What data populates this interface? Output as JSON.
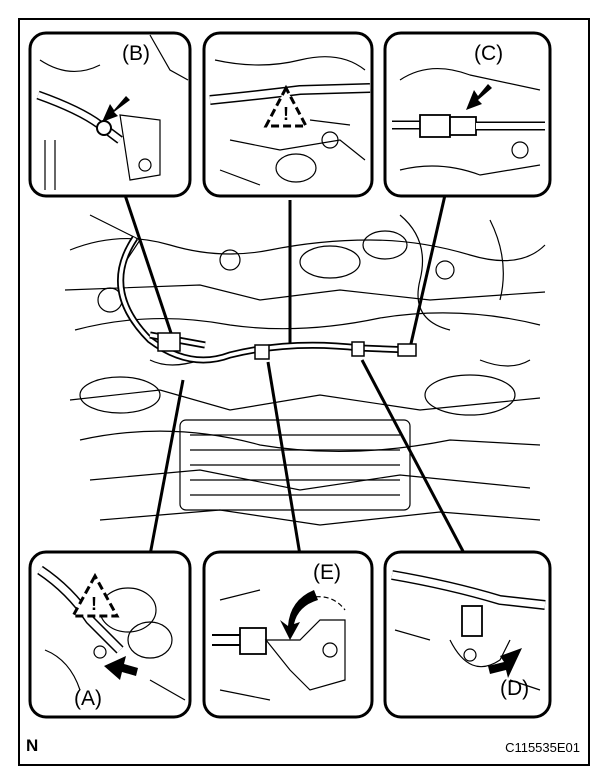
{
  "callouts": {
    "a": "(A)",
    "b": "(B)",
    "c": "(C)",
    "d": "(D)",
    "e": "(E)"
  },
  "footer": {
    "north": "N",
    "figure_code": "C115535E01"
  },
  "colors": {
    "ink": "#000000",
    "paper": "#ffffff"
  },
  "icons": {
    "warning": "warning-triangle-icon",
    "pointer": "arrow-pointer-icon"
  }
}
